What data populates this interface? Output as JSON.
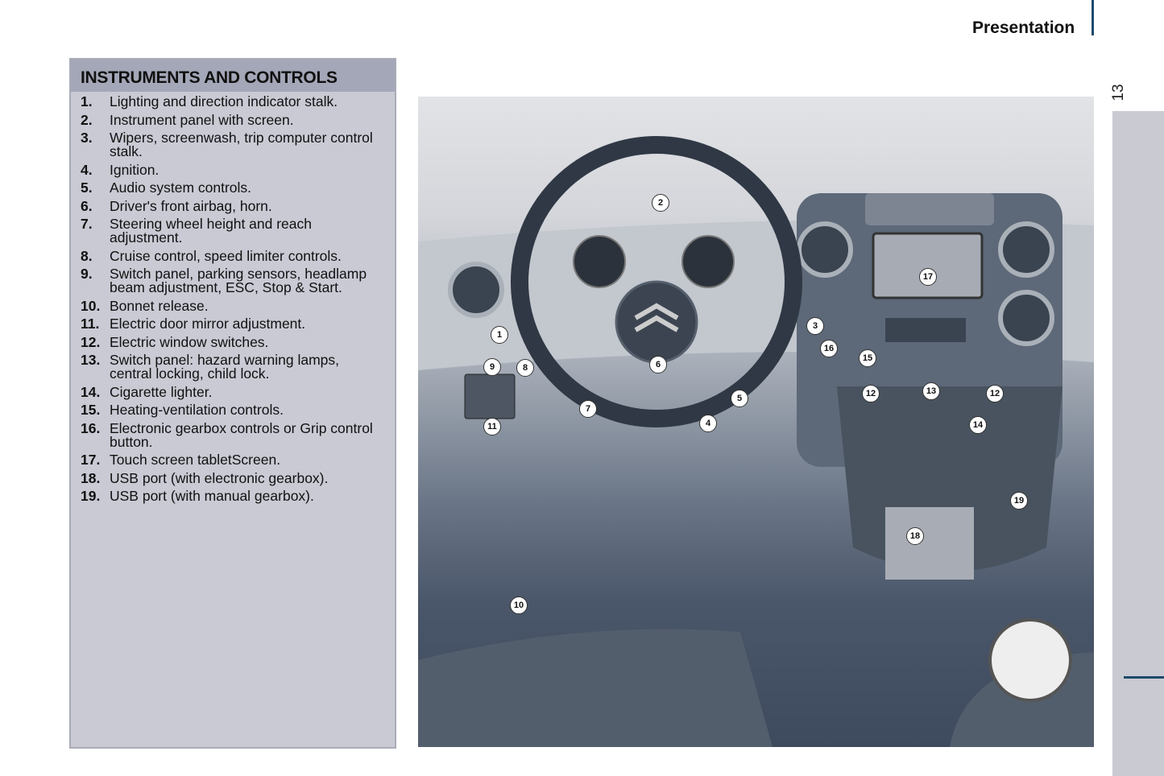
{
  "header": {
    "section": "Presentation",
    "page_number": "13"
  },
  "panel": {
    "title": "INSTRUMENTS AND CONTROLS",
    "items": [
      {
        "n": "1.",
        "t": "Lighting and direction indicator stalk."
      },
      {
        "n": "2.",
        "t": "Instrument panel with screen."
      },
      {
        "n": "3.",
        "t": "Wipers, screenwash, trip computer control stalk."
      },
      {
        "n": "4.",
        "t": "Ignition."
      },
      {
        "n": "5.",
        "t": "Audio system controls."
      },
      {
        "n": "6.",
        "t": "Driver's front airbag, horn."
      },
      {
        "n": "7.",
        "t": "Steering wheel height and reach adjustment."
      },
      {
        "n": "8.",
        "t": "Cruise control, speed limiter controls."
      },
      {
        "n": "9.",
        "t": "Switch panel, parking sensors, headlamp beam adjustment, ESC, Stop & Start."
      },
      {
        "n": "10.",
        "t": "Bonnet release."
      },
      {
        "n": "11.",
        "t": "Electric door mirror adjustment."
      },
      {
        "n": "12.",
        "t": "Electric window switches."
      },
      {
        "n": "13.",
        "t": "Switch panel: hazard warning lamps, central locking, child lock."
      },
      {
        "n": "14.",
        "t": "Cigarette lighter."
      },
      {
        "n": "15.",
        "t": "Heating-ventilation controls."
      },
      {
        "n": "16.",
        "t": "Electronic gearbox controls or Grip control button."
      },
      {
        "n": "17.",
        "t": "Touch screen tabletScreen."
      },
      {
        "n": "18.",
        "t": "USB port (with electronic gearbox)."
      },
      {
        "n": "19.",
        "t": "USB port (with manual gearbox)."
      }
    ]
  },
  "callouts": [
    "1",
    "2",
    "3",
    "4",
    "5",
    "6",
    "7",
    "8",
    "9",
    "10",
    "11",
    "12",
    "12",
    "13",
    "14",
    "15",
    "16",
    "17",
    "18",
    "19"
  ]
}
